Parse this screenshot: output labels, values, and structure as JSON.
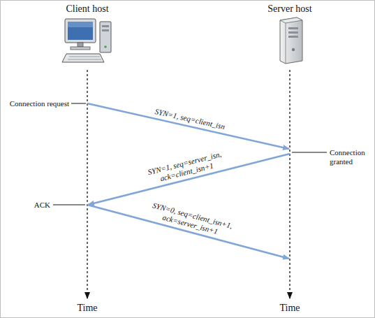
{
  "diagram": {
    "nodes": [
      {
        "text": [
          "Client host"
        ]
      },
      {
        "text": [
          "Server host"
        ]
      }
    ],
    "edges": [
      {
        "from": 0,
        "to": 1,
        "arrow": "to",
        "label": "SYN=1, seq=client_isn"
      },
      {
        "from": 1,
        "to": 0,
        "arrow": "to",
        "label": "SYN=1, seq=server_isn, ack=client_isn+1"
      },
      {
        "from": 0,
        "to": 1,
        "arrow": "to",
        "label": "SYN=0, seq=client_isn+1, ack=server_isn+1"
      }
    ],
    "labels": [
      "Connection request",
      "Connection granted",
      "ACK",
      "Time",
      "Time"
    ]
  }
}
